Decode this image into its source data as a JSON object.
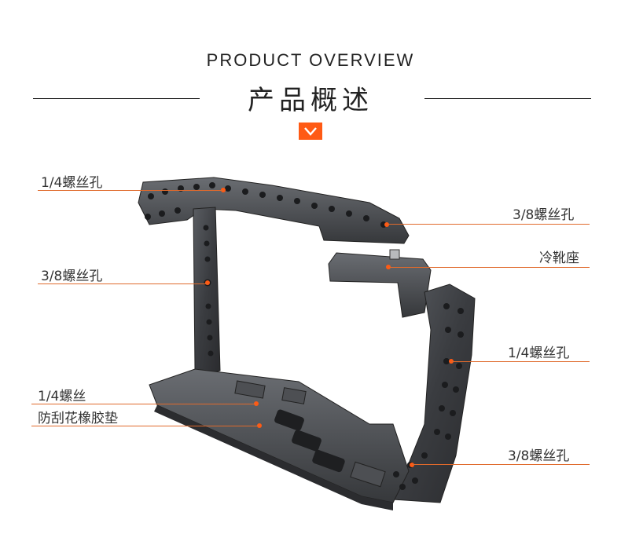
{
  "header": {
    "title_en": "PRODUCT OVERVIEW",
    "title_cn": "产品概述",
    "badge_icon": "chevron-down-icon",
    "accent_color": "#ff5a14"
  },
  "callouts": {
    "top_left_hole": "1/4螺丝孔",
    "left_side_hole": "3/8螺丝孔",
    "bottom_screw": "1/4螺丝",
    "bottom_pad": "防刮花橡胶垫",
    "top_right_hole": "3/8螺丝孔",
    "cold_shoe": "冷靴座",
    "right_side_hole": "1/4螺丝孔",
    "bottom_right_hole": "3/8螺丝孔"
  }
}
